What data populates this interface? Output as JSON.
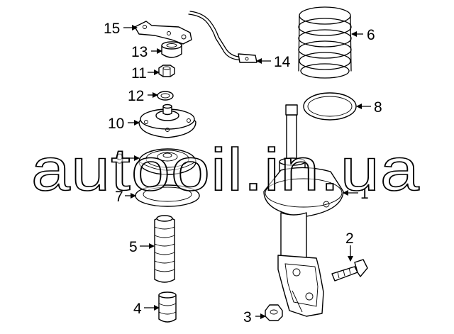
{
  "watermark": {
    "text": "autooil.in.ua"
  },
  "callouts": [
    {
      "id": "c1",
      "label": "1"
    },
    {
      "id": "c2",
      "label": "2"
    },
    {
      "id": "c3",
      "label": "3"
    },
    {
      "id": "c4",
      "label": "4"
    },
    {
      "id": "c5",
      "label": "5"
    },
    {
      "id": "c6",
      "label": "6"
    },
    {
      "id": "c7",
      "label": "7"
    },
    {
      "id": "c8",
      "label": "8"
    },
    {
      "id": "c9",
      "label": "9"
    },
    {
      "id": "c10",
      "label": "10"
    },
    {
      "id": "c11",
      "label": "11"
    },
    {
      "id": "c12",
      "label": "12"
    },
    {
      "id": "c13",
      "label": "13"
    },
    {
      "id": "c14",
      "label": "14"
    },
    {
      "id": "c15",
      "label": "15"
    }
  ]
}
